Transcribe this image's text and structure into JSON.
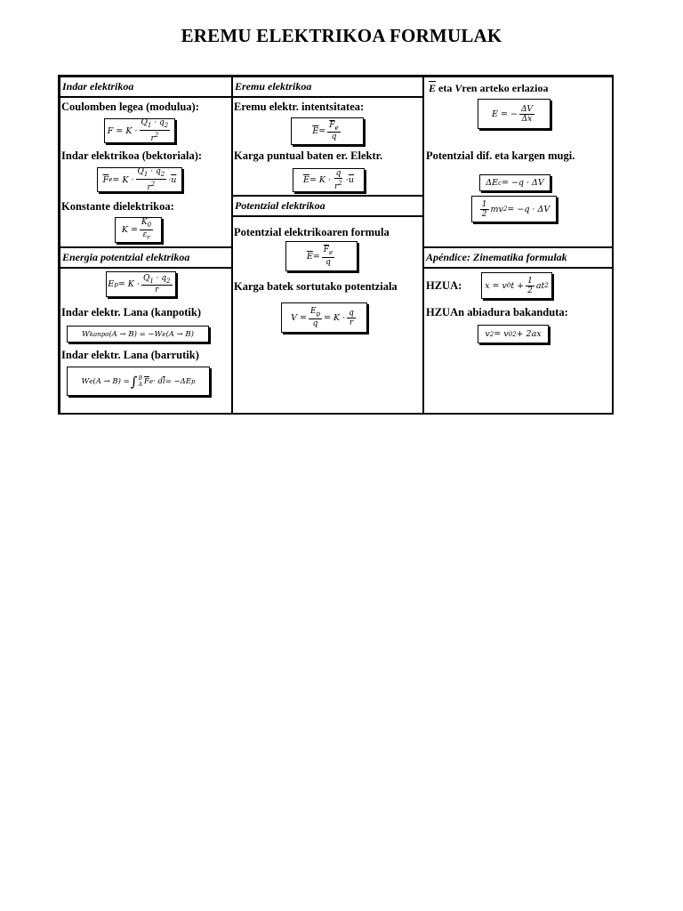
{
  "page_title": "EREMU ELEKTRIKOA FORMULAK",
  "sections": {
    "indar": {
      "header": "Indar elektrikoa",
      "coulomb_label": "Coulomben legea (modulua):",
      "bektoriala_label": "Indar elektrikoa (bektoriala):",
      "konstante_label": "Konstante dielektrikoa:"
    },
    "eremu": {
      "header": "Eremu elektrikoa",
      "intentsitatea_label": "Eremu elektr. intentsitatea:",
      "puntual_label": "Karga puntual baten er. Elektr."
    },
    "erlazioa": {
      "header_vec": "E",
      "header_mid": " eta ",
      "header_v": "V",
      "header_rest": "ren arteko erlazioa",
      "potentzial_dif_label": "Potentzial dif. eta kargen mugi."
    },
    "potentzial": {
      "header": "Potentzial elektrikoa",
      "formula_label": "Potentzial elektrikoaren formula",
      "sortutako_label": "Karga batek sortutako potentziala"
    },
    "energia": {
      "header": "Energia potentzial elektrikoa",
      "kanpotik_label": "Indar elektr. Lana (kanpotik)",
      "barrutik_label": "Indar elektr. Lana (barrutik)"
    },
    "apendice": {
      "header": "Apéndice: Zinematika formulak",
      "hzua_label": "HZUA:",
      "hzua_abiadura_label": "HZUAn abiadura bakanduta:"
    }
  }
}
